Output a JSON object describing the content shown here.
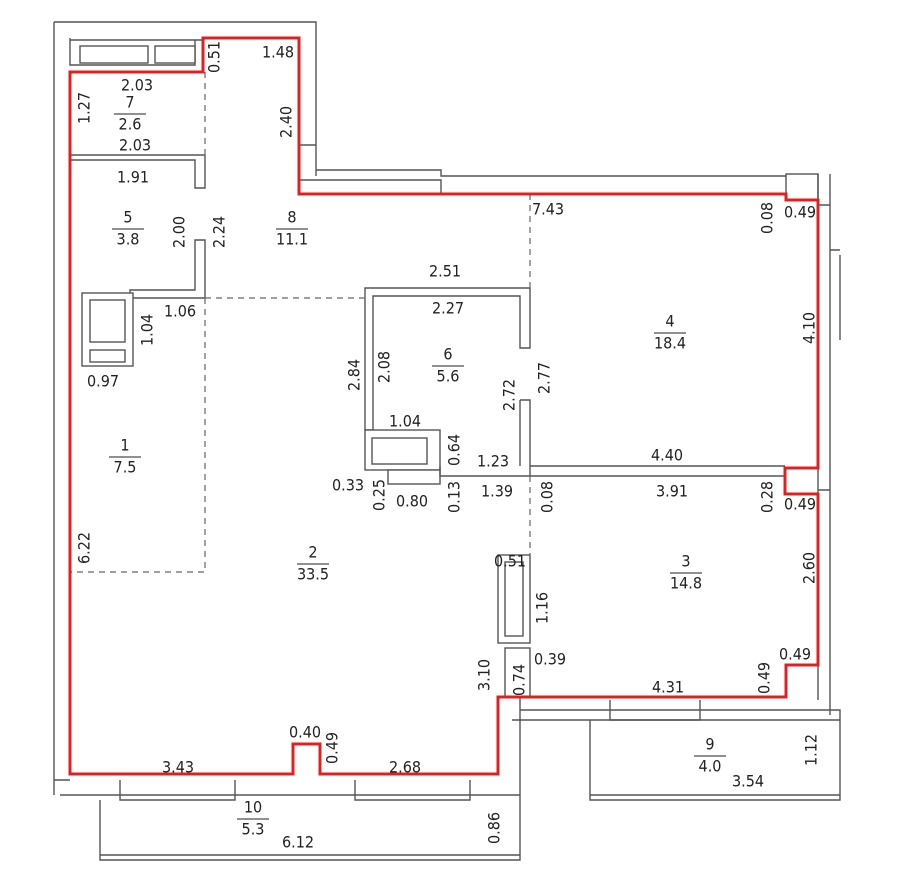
{
  "plan": {
    "outline_color": "#e02020",
    "wall_color": "#555555",
    "rooms": [
      {
        "number": "1",
        "area": "7.5"
      },
      {
        "number": "2",
        "area": "33.5"
      },
      {
        "number": "3",
        "area": "14.8"
      },
      {
        "number": "4",
        "area": "18.4"
      },
      {
        "number": "5",
        "area": "3.8"
      },
      {
        "number": "6",
        "area": "5.6"
      },
      {
        "number": "7",
        "area": "2.6"
      },
      {
        "number": "8",
        "area": "11.1"
      },
      {
        "number": "9",
        "area": "4.0"
      },
      {
        "number": "10",
        "area": "5.3"
      }
    ],
    "dimensions": [
      "2.03",
      "1.27",
      "0.51",
      "1.48",
      "2.40",
      "2.03",
      "1.91",
      "2.00",
      "2.24",
      "7.43",
      "0.08",
      "0.49",
      "2.51",
      "2.27",
      "1.04",
      "1.06",
      "0.97",
      "2.84",
      "2.08",
      "2.72",
      "2.77",
      "4.10",
      "1.04",
      "0.64",
      "1.23",
      "4.40",
      "0.33",
      "0.25",
      "0.80",
      "0.13",
      "1.39",
      "0.08",
      "3.91",
      "0.28",
      "0.49",
      "6.22",
      "0.51",
      "1.16",
      "2.60",
      "3.10",
      "0.74",
      "0.39",
      "0.49",
      "0.49",
      "4.31",
      "0.40",
      "0.49",
      "3.43",
      "2.68",
      "3.54",
      "1.12",
      "6.12",
      "0.86"
    ]
  }
}
